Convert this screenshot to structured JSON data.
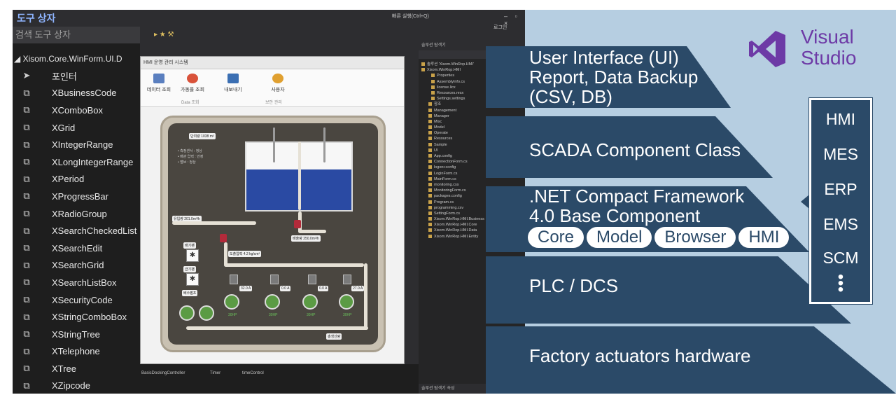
{
  "toolbox": {
    "title": "도구 상자",
    "search_placeholder": "검색 도구 상자",
    "group": "◢ Xisom.Core.WinForm.UI.D",
    "items": [
      {
        "icon": "pointer-arrow-icon",
        "label": "포인터"
      },
      {
        "icon": "component-icon",
        "label": "XBusinessCode"
      },
      {
        "icon": "component-icon",
        "label": "XComboBox"
      },
      {
        "icon": "component-icon",
        "label": "XGrid"
      },
      {
        "icon": "component-icon",
        "label": "XIntegerRange"
      },
      {
        "icon": "component-icon",
        "label": "XLongIntegerRange"
      },
      {
        "icon": "component-icon",
        "label": "XPeriod"
      },
      {
        "icon": "component-icon",
        "label": "XProgressBar"
      },
      {
        "icon": "component-icon",
        "label": "XRadioGroup"
      },
      {
        "icon": "component-icon",
        "label": "XSearchCheckedList"
      },
      {
        "icon": "component-icon",
        "label": "XSearchEdit"
      },
      {
        "icon": "component-icon",
        "label": "XSearchGrid"
      },
      {
        "icon": "component-icon",
        "label": "XSearchListBox"
      },
      {
        "icon": "component-icon",
        "label": "XSecurityCode"
      },
      {
        "icon": "component-icon",
        "label": "XStringComboBox"
      },
      {
        "icon": "component-icon",
        "label": "XStringTree"
      },
      {
        "icon": "component-icon",
        "label": "XTelephone"
      },
      {
        "icon": "component-icon",
        "label": "XTree"
      },
      {
        "icon": "component-icon",
        "label": "XZipcode"
      }
    ]
  },
  "ide": {
    "quick_search": "빠른 실행(Ctrl+Q)",
    "window_controls": "– ▫ ×",
    "account": "로그인",
    "designer_title": "HMI 운영 관리 시스템",
    "ribbon_buttons": [
      "데이터 조회",
      "가동률 조회",
      "내보내기",
      "사용자"
    ],
    "ribbon_groups": [
      "Data 조회",
      "보안 관리"
    ],
    "hmi": {
      "level_label": "단위량",
      "level_value": "1038",
      "level_unit": "m³",
      "inflow_label": "유입량",
      "inflow_value": "201.0m³/h",
      "outflow_label": "배출량",
      "outflow_value": "250.0m³/h",
      "pressure_label": "도출압력",
      "pressure_value": "4.2 kg/cm²",
      "notes": [
        "• 측정센서 : 정상",
        "• 배관 압력 : 안정",
        "• 밸브 : 정상"
      ],
      "side_buttons": [
        "배기팬",
        "급기팬",
        "배수펌프"
      ],
      "amps": [
        "32.0 A",
        "0.0 A",
        "0.0 A",
        "27.0 A"
      ],
      "hp": [
        "30HP",
        "30HP",
        "30HP",
        "30HP"
      ],
      "total_label": "총생산량"
    },
    "solution_header": "솔루션 탐색기",
    "solution_items": [
      "솔루션 'Xisom.WinRop.HMI'",
      "Xisom.WinRop.HMI",
      "Properties",
      "AssemblyInfo.cs",
      "license.licx",
      "Resources.resx",
      "Settings.settings",
      "참조",
      "Management",
      "Manager",
      "Misc",
      "Model",
      "Operate",
      "Resources",
      "Sample",
      "UI",
      "App.config",
      "ConnectionForm.cs",
      "logonr.config",
      "LoginForm.cs",
      "MainForm.cs",
      "monitoring.css",
      "MonitoringForm.cs",
      "packages.config",
      "Program.cs",
      "programming.csv",
      "SettingForm.cs",
      "Xisom.WinRop.HMI.Business",
      "Xisom.WinRop.HMI.Core",
      "Xisom.WinRop.HMI.Data",
      "Xisom.WinRop.HMI.Entity"
    ],
    "solution_footer": "솔루션 탐색기   속성",
    "bottom_items": [
      "BasicDockingController",
      "Timer",
      "timeControl"
    ]
  },
  "architecture": {
    "brand": {
      "line1": "Visual",
      "line2": "Studio"
    },
    "layers": [
      {
        "lines": [
          "User Interface (UI)",
          "Report, Data Backup",
          "(CSV, DB)"
        ]
      },
      {
        "lines": [
          "SCADA Component Class"
        ]
      },
      {
        "lines": [
          ".NET Compact Framework",
          "4.0 Base Component"
        ],
        "pills": [
          "Core",
          "Model",
          "Browser",
          "HMI"
        ]
      },
      {
        "lines": [
          "PLC / DCS"
        ]
      },
      {
        "lines": [
          "Factory actuators hardware"
        ]
      }
    ],
    "side_items": [
      "HMI",
      "MES",
      "ERP",
      "EMS",
      "SCM"
    ],
    "side_more": "⋮"
  },
  "colors": {
    "layer": "#2b4a68",
    "background": "#b6cee1",
    "vs_purple": "#6d3aa6",
    "ide_dark": "#1e1e1e",
    "water": "#2a4aa3"
  }
}
